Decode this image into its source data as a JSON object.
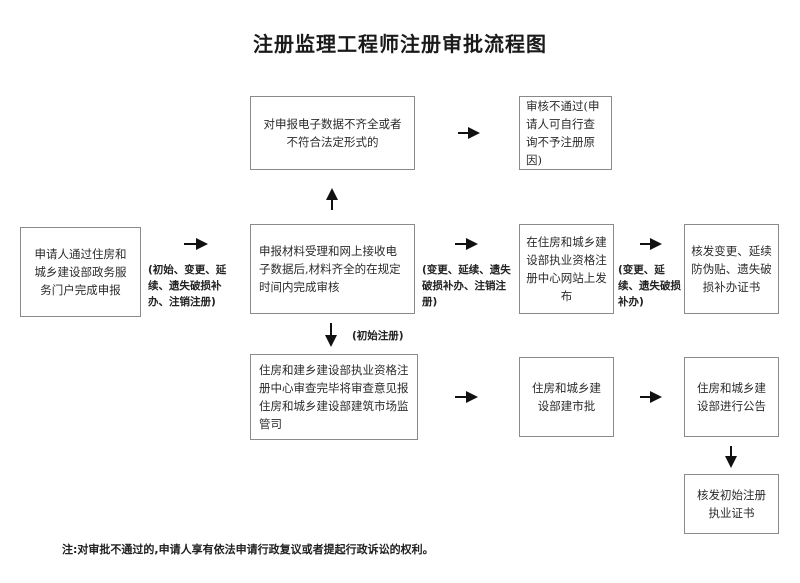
{
  "title": "注册监理工程师注册审批流程图",
  "boxes": {
    "incomplete": "对申报电子数据不齐全或者不符合法定形式的",
    "not_passed": "审核不通过(申请人可自行查询不予注册原因)",
    "applicant": "申请人通过住房和城乡建设部政务服务门户完成申报",
    "accept": "申报材料受理和网上接收电子数据后,材料齐全的在规定时间内完成审核",
    "publish": "在住房和城乡建设部执业资格注册中心网站上发布",
    "issue": "核发变更、延续防伪贴、遗失破损补办证书",
    "review": "住房和建乡建设部执业资格注册中心审查完毕将审查意见报住房和城乡建设部建筑市场监管司",
    "approve": "住房和城乡建设部建市批",
    "announce": "住房和城乡建设部进行公告",
    "certificate": "核发初始注册执业证书"
  },
  "notes": {
    "note1": "(初始、变更、延续、遗失破损补办、注销注册)",
    "note2": "(初始注册)",
    "note3": "(变更、延续、遗失破损补办、注销注册)",
    "note4": "(变更、延续、遗失破损补办)"
  },
  "footnote": "注:对审批不通过的,申请人享有依法申请行政复议或者提起行政诉讼的权利。"
}
